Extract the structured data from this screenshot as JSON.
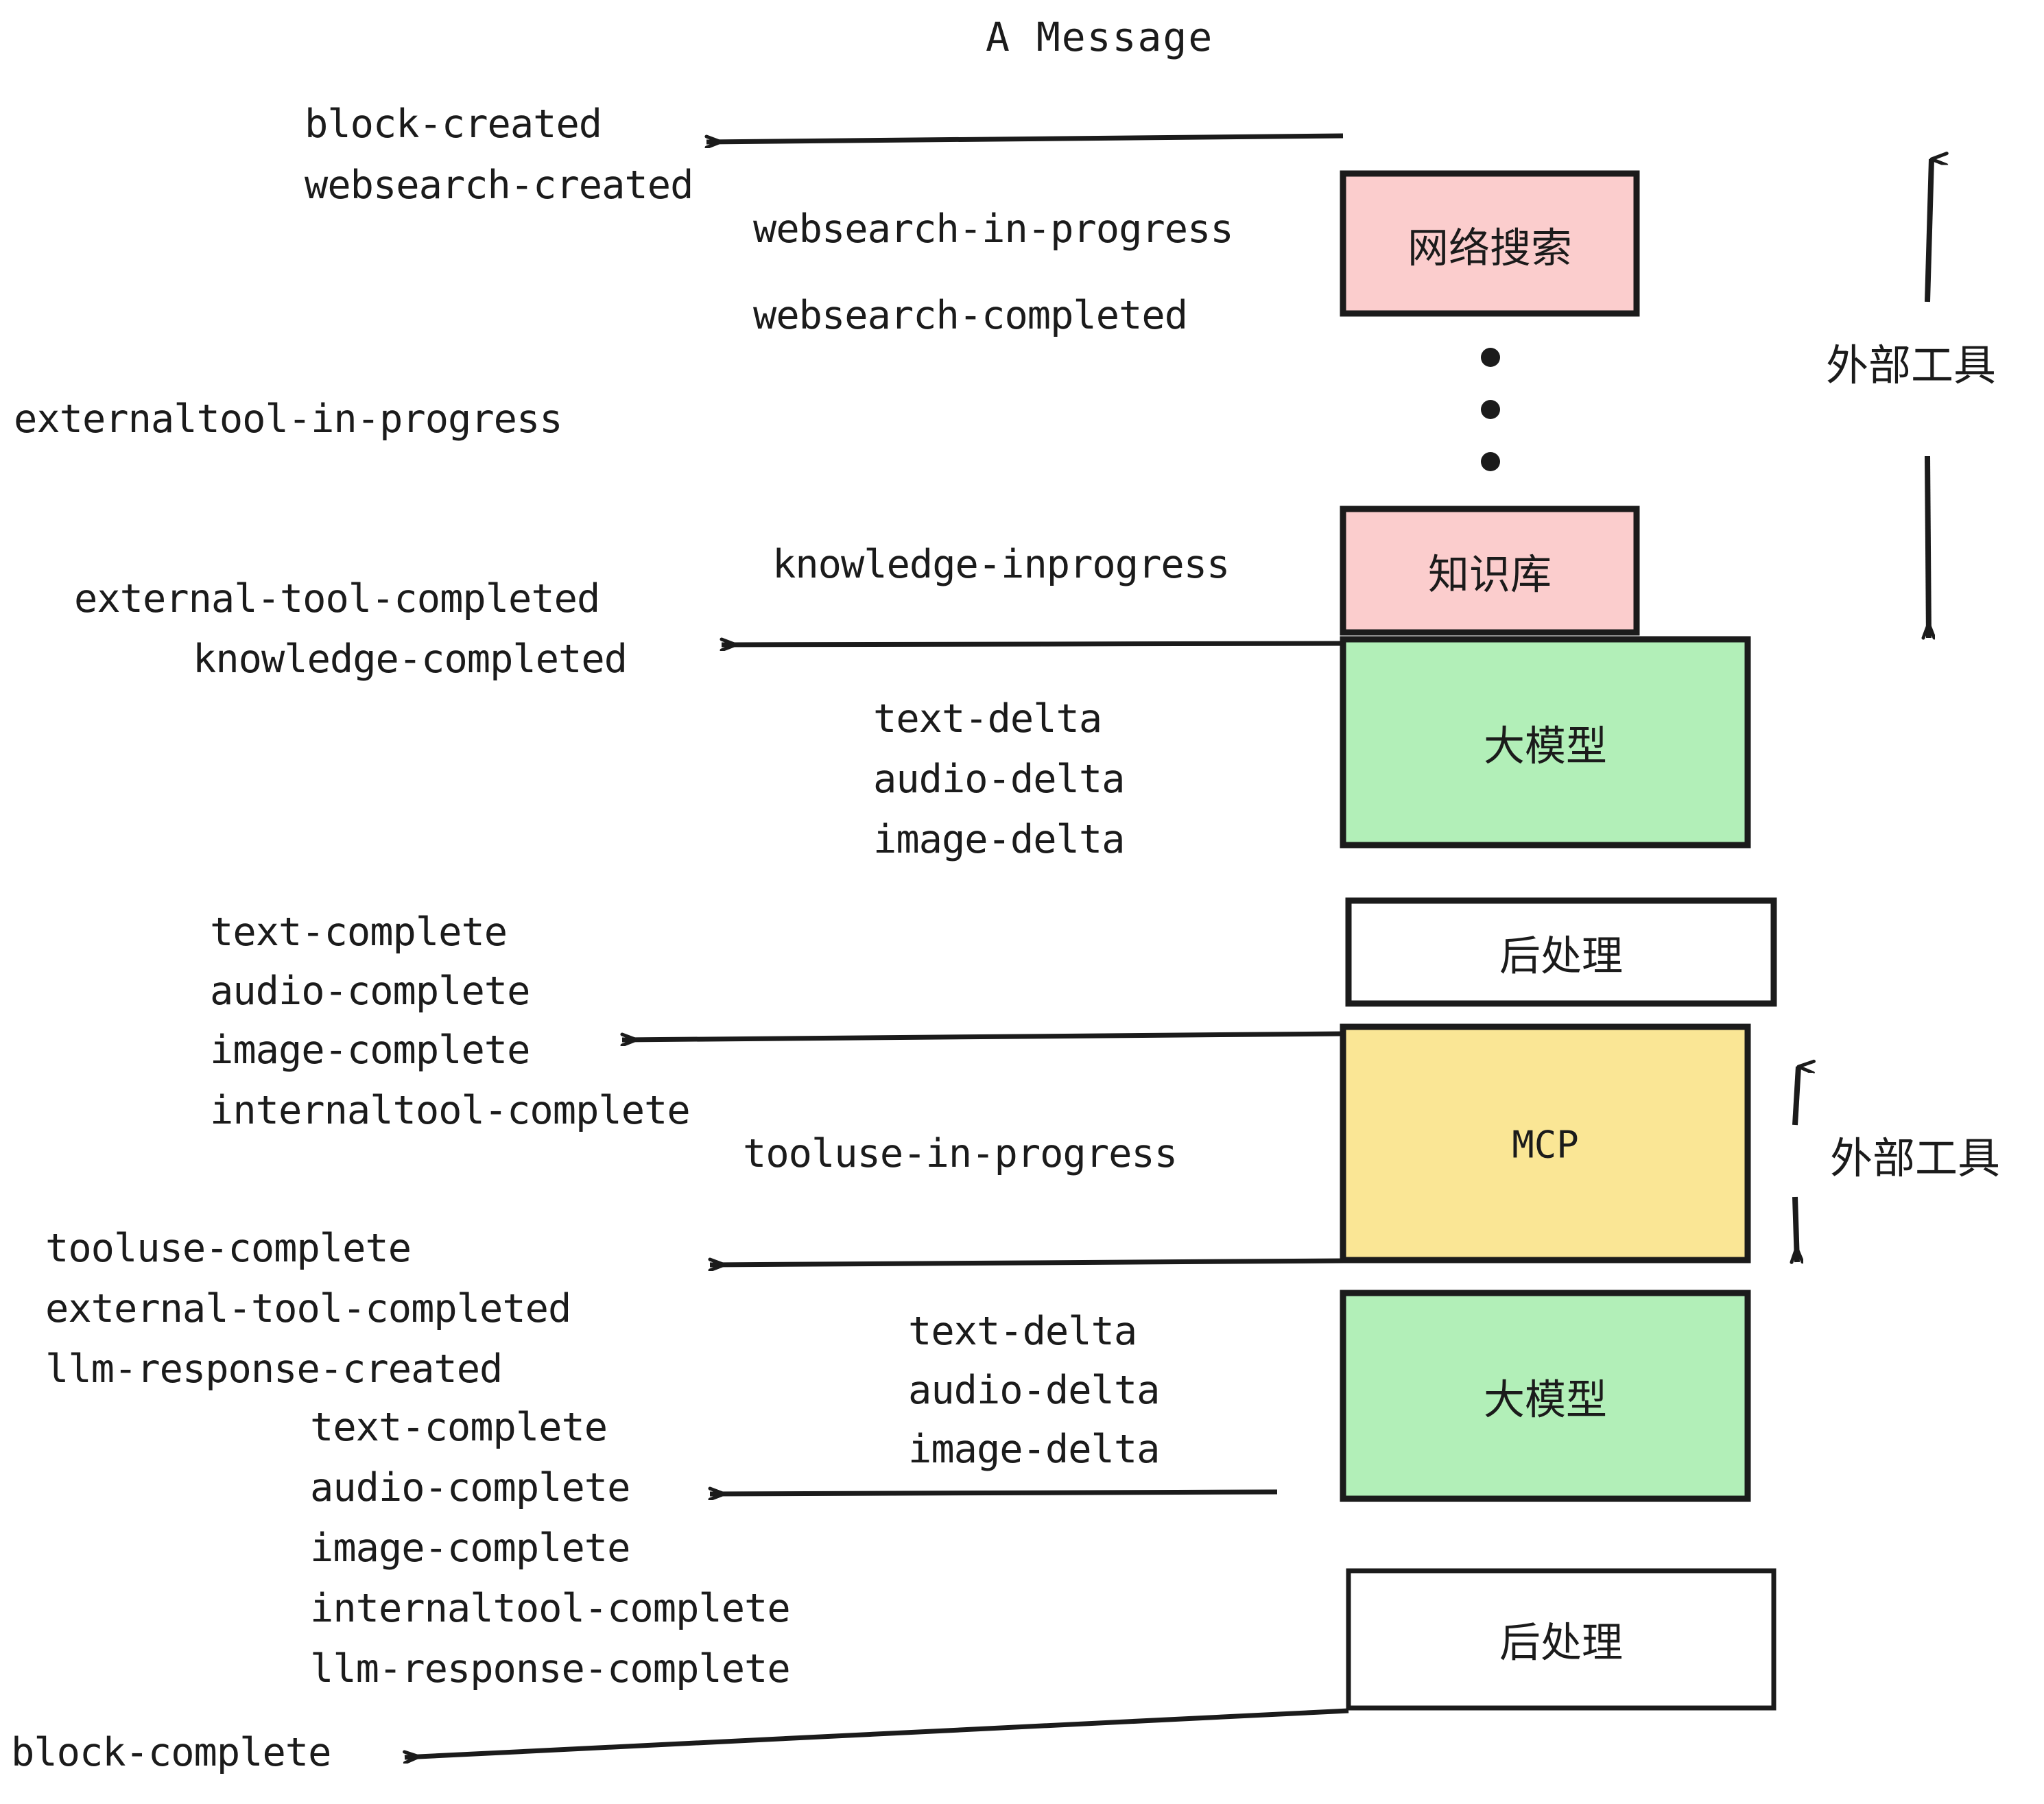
{
  "title": "A Message",
  "colors": {
    "stroke": "#1b1b1b",
    "tool_pink": "#fbcdcd",
    "llm_green": "#b2efb8",
    "mcp_yellow": "#fae695",
    "postprocess_white": "#ffffff",
    "background": "#ffffff"
  },
  "boxes": [
    {
      "id": "websearch",
      "label": "网络搜索",
      "fill": "tool_pink"
    },
    {
      "id": "knowledge",
      "label": "知识库",
      "fill": "tool_pink"
    },
    {
      "id": "llm-1",
      "label": "大模型",
      "fill": "llm_green"
    },
    {
      "id": "postprocess-1",
      "label": "后处理",
      "fill": "postprocess_white"
    },
    {
      "id": "mcp",
      "label": "MCP",
      "fill": "mcp_yellow"
    },
    {
      "id": "llm-2",
      "label": "大模型",
      "fill": "llm_green"
    },
    {
      "id": "postprocess-2",
      "label": "后处理",
      "fill": "postprocess_white"
    }
  ],
  "side_labels": [
    {
      "id": "external-tools-top",
      "text": "外部工具"
    },
    {
      "id": "external-tools-bottom",
      "text": "外部工具"
    }
  ],
  "events": [
    {
      "id": "block-created",
      "text": "block-created"
    },
    {
      "id": "websearch-created",
      "text": "websearch-created"
    },
    {
      "id": "websearch-in-progress",
      "text": "websearch-in-progress"
    },
    {
      "id": "websearch-completed",
      "text": "websearch-completed"
    },
    {
      "id": "externaltool-in-progress",
      "text": "externaltool-in-progress"
    },
    {
      "id": "knowledge-inprogress",
      "text": "knowledge-inprogress"
    },
    {
      "id": "external-tool-completed-1",
      "text": "external-tool-completed"
    },
    {
      "id": "knowledge-completed",
      "text": "knowledge-completed"
    },
    {
      "id": "text-delta-1",
      "text": "text-delta"
    },
    {
      "id": "audio-delta-1",
      "text": "audio-delta"
    },
    {
      "id": "image-delta-1",
      "text": "image-delta"
    },
    {
      "id": "text-complete-1",
      "text": "text-complete"
    },
    {
      "id": "audio-complete-1",
      "text": "audio-complete"
    },
    {
      "id": "image-complete-1",
      "text": "image-complete"
    },
    {
      "id": "internaltool-complete-1",
      "text": "internaltool-complete"
    },
    {
      "id": "tooluse-in-progress",
      "text": "tooluse-in-progress"
    },
    {
      "id": "tooluse-complete",
      "text": "tooluse-complete"
    },
    {
      "id": "external-tool-completed-2",
      "text": "external-tool-completed"
    },
    {
      "id": "llm-response-created",
      "text": "llm-response-created"
    },
    {
      "id": "text-complete-2",
      "text": "text-complete"
    },
    {
      "id": "audio-complete-2",
      "text": "audio-complete"
    },
    {
      "id": "image-complete-2",
      "text": "image-complete"
    },
    {
      "id": "internaltool-complete-2",
      "text": "internaltool-complete"
    },
    {
      "id": "llm-response-complete",
      "text": "llm-response-complete"
    },
    {
      "id": "block-complete",
      "text": "block-complete"
    },
    {
      "id": "text-delta-2",
      "text": "text-delta"
    },
    {
      "id": "audio-delta-2",
      "text": "audio-delta"
    },
    {
      "id": "image-delta-2",
      "text": "image-delta"
    }
  ],
  "ellipsis_dots": 3
}
